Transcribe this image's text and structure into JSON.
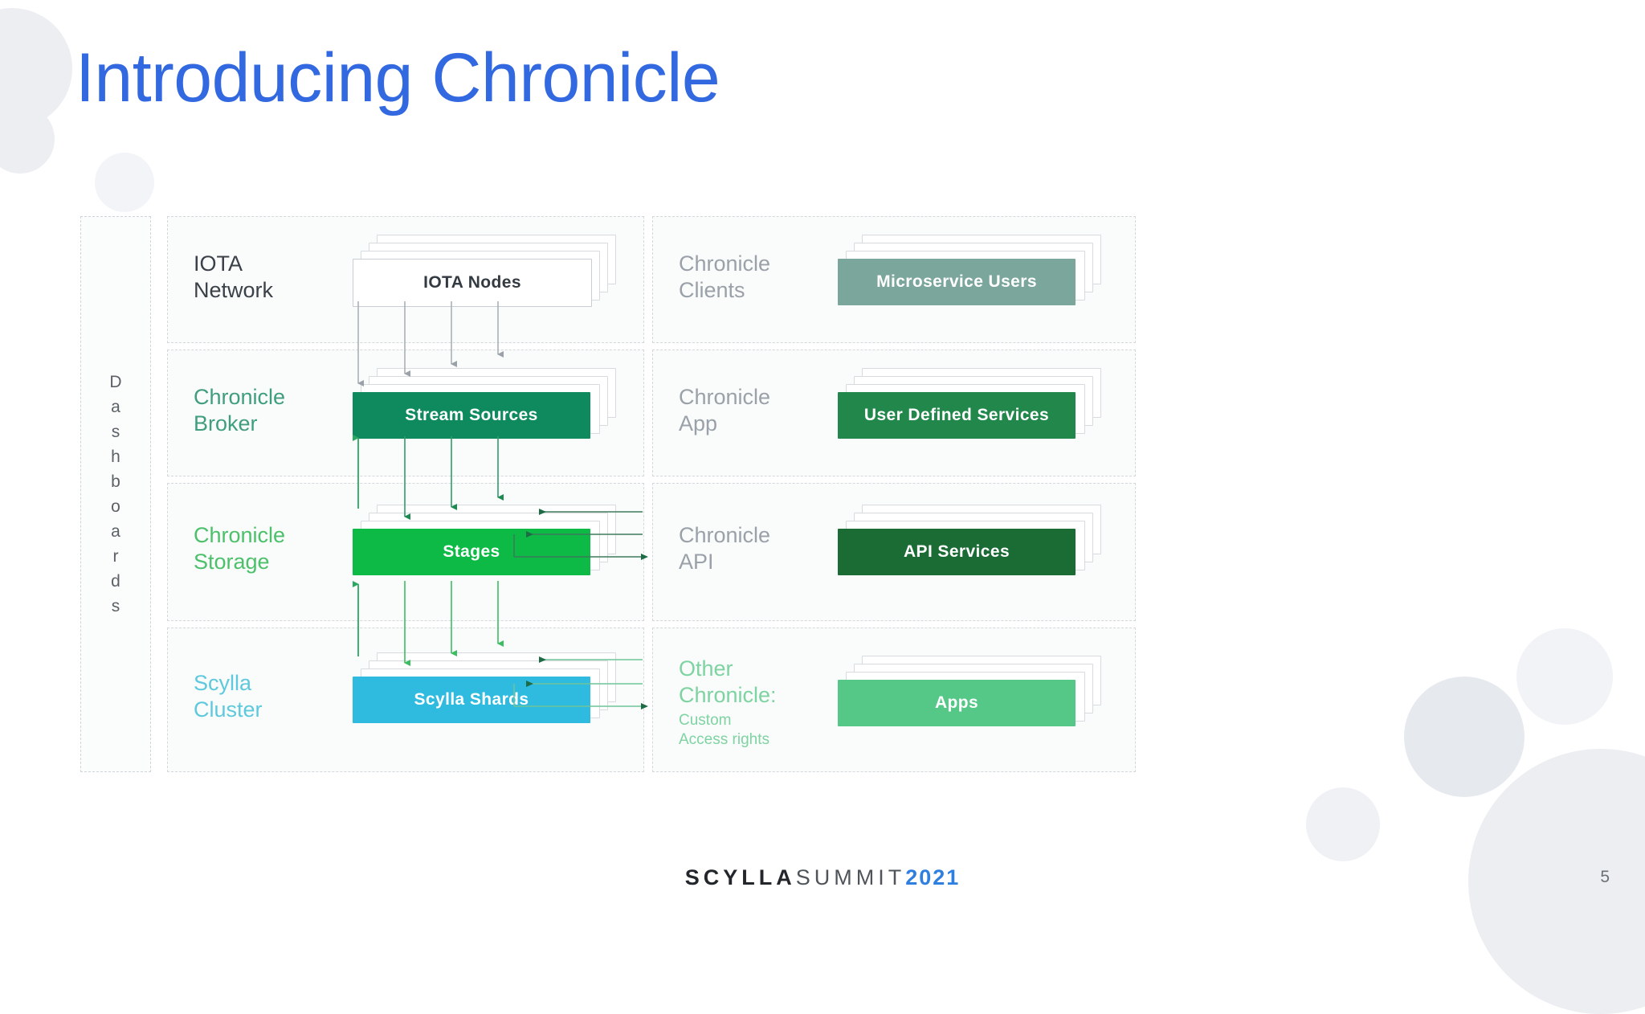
{
  "slide": {
    "title": "Introducing Chronicle",
    "title_color": "#3268e0",
    "page_number": "5",
    "footer": {
      "brand": "SCYLLA",
      "event": "SUMMIT",
      "year": "2021",
      "year_color": "#2f7fe0"
    }
  },
  "diagram": {
    "side_rail": {
      "label": "Dashboards",
      "letters": [
        "D",
        "a",
        "s",
        "h",
        "b",
        "o",
        "a",
        "r",
        "d",
        "s"
      ]
    },
    "rows": [
      {
        "left": {
          "label": "IOTA\nNetwork",
          "label_line1": "IOTA",
          "label_line2": "Network",
          "label_color": "#3b4149",
          "box": "IOTA Nodes",
          "box_color": "#ffffff",
          "box_text_color": "#333a41"
        },
        "right": {
          "label_line1": "Chronicle",
          "label_line2": "Clients",
          "label_color": "#9aa1a8",
          "box": "Microservice Users",
          "box_color": "#7ba69c",
          "box_text_color": "#ffffff"
        }
      },
      {
        "left": {
          "label_line1": "Chronicle",
          "label_line2": "Broker",
          "label_color": "#3f9e7c",
          "box": "Stream Sources",
          "box_color": "#0f8a5f",
          "box_text_color": "#ffffff"
        },
        "right": {
          "label_line1": "Chronicle",
          "label_line2": "App",
          "label_color": "#9aa1a8",
          "box": "User Defined Services",
          "box_color": "#21874b",
          "box_text_color": "#ffffff"
        }
      },
      {
        "left": {
          "label_line1": "Chronicle",
          "label_line2": "Storage",
          "label_color": "#4cc06a",
          "box": "Stages",
          "box_color": "#0dba45",
          "box_text_color": "#ffffff"
        },
        "right": {
          "label_line1": "Chronicle",
          "label_line2": "API",
          "label_color": "#9aa1a8",
          "box": "API Services",
          "box_color": "#1b6b35",
          "box_text_color": "#ffffff"
        }
      },
      {
        "left": {
          "label_line1": "Scylla",
          "label_line2": "Cluster",
          "label_color": "#5ec9dd",
          "box": "Scylla Shards",
          "box_color": "#2ebbdf",
          "box_text_color": "#ffffff"
        },
        "right": {
          "label_line1": "Other",
          "label_line2": "Chronicle:",
          "sub_line1": "Custom",
          "sub_line2": "Access rights",
          "label_color": "#7ed3a2",
          "box": "Apps",
          "box_color": "#55c888",
          "box_text_color": "#ffffff"
        }
      }
    ]
  }
}
